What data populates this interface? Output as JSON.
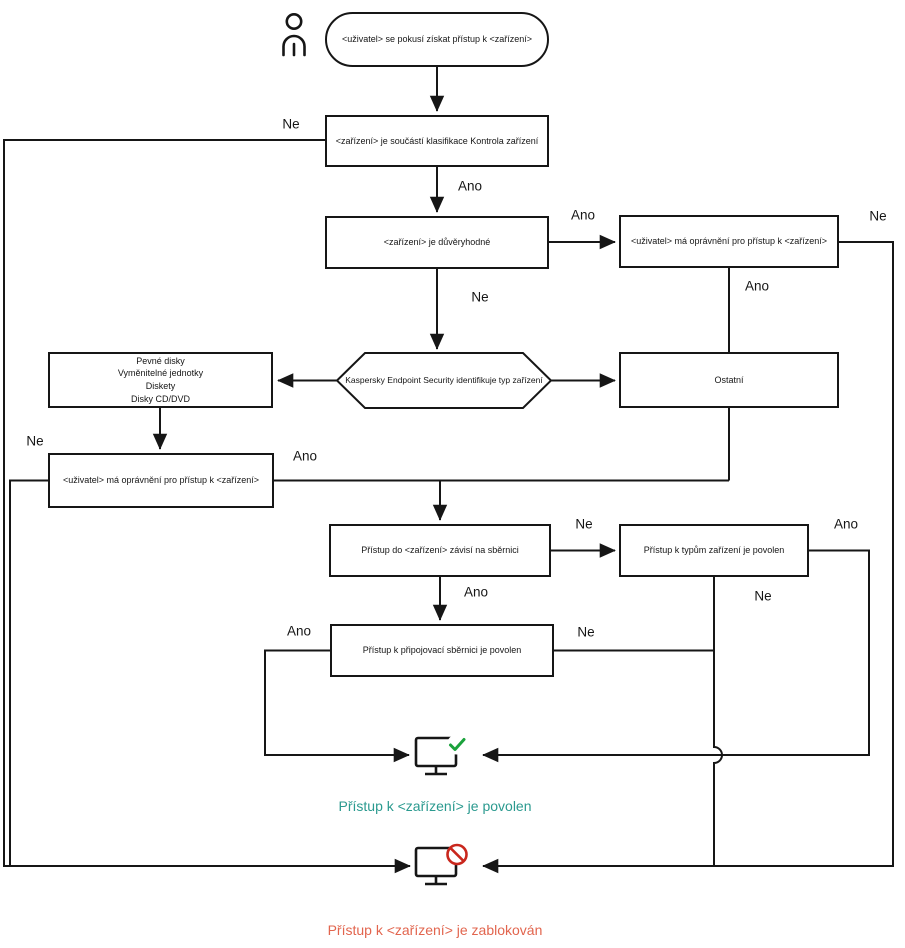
{
  "diagram": {
    "nodes": {
      "start": "<uživatel> se pokusí získat přístup k <zařízení>",
      "classification": "<zařízení> je součástí klasifikace Kontrola zařízení",
      "trusted": "<zařízení> je důvěryhodné",
      "user_permission": "<uživatel> má oprávnění pro přístup k <zařízení>",
      "identify_type": "Kaspersky Endpoint Security identifikuje typ zařízení",
      "device_types_list": "Pevné disky\nVyměnitelné jednotky\nDiskety\nDisky CD/DVD",
      "other": "Ostatní",
      "bus_dependency": "Přístup do <zařízení> závisí na sběrnici",
      "device_type_access_allowed": "Přístup k typům zařízení je povolen",
      "bus_access_allowed": "Přístup k připojovací sběrnici je povolen"
    },
    "edge_labels": {
      "yes": "Ano",
      "no": "Ne"
    },
    "outcomes": {
      "allowed": {
        "text": "Přístup k <zařízení> je povolen",
        "color": "#2b9a8f"
      },
      "blocked": {
        "text": "Přístup k <zařízení> je zablokován",
        "color": "#e2654e"
      }
    },
    "colors": {
      "line": "#161616",
      "allowed_check": "#1ba23c",
      "blocked_sign": "#c9271d"
    }
  }
}
